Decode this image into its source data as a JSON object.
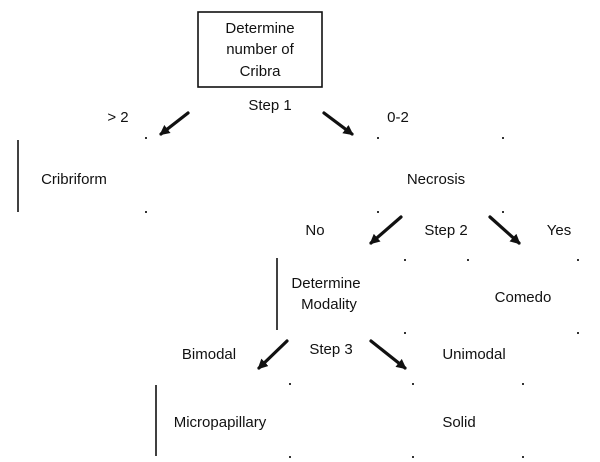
{
  "diagram": {
    "root_box": {
      "lines": [
        "Determine",
        "number of",
        "Cribra"
      ]
    },
    "step1": {
      "label": "Step 1",
      "left_condition": "> 2",
      "right_condition": "0-2"
    },
    "outcome_cribriform": "Cribriform",
    "node_necrosis": "Necrosis",
    "step2": {
      "label": "Step 2",
      "left_condition": "No",
      "right_condition": "Yes"
    },
    "outcome_comedo": "Comedo",
    "node_modality": {
      "lines": [
        "Determine",
        "Modality"
      ]
    },
    "step3": {
      "label": "Step 3",
      "left_condition": "Bimodal",
      "right_condition": "Unimodal"
    },
    "outcome_micropapillary": "Micropapillary",
    "outcome_solid": "Solid"
  }
}
